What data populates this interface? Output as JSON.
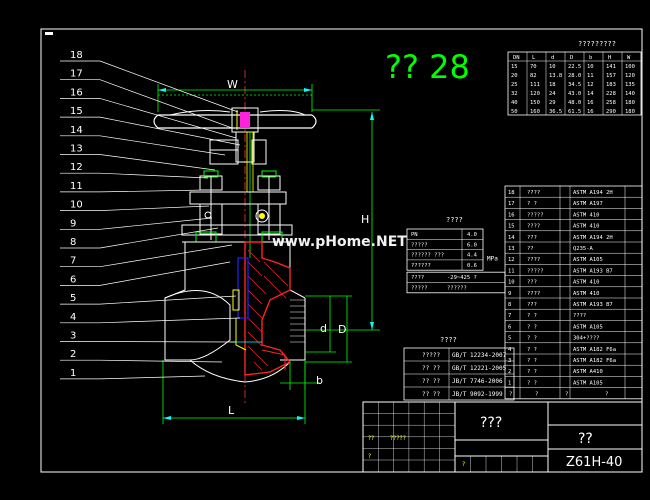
{
  "drawing_title": "?? 28",
  "watermark": "www.pHome.NET",
  "dim_labels": {
    "W": "W",
    "H": "H",
    "L": "L",
    "d": "d",
    "D": "D",
    "b": "b"
  },
  "part_numbers": [
    "18",
    "17",
    "16",
    "15",
    "14",
    "13",
    "12",
    "11",
    "10",
    "9",
    "8",
    "7",
    "6",
    "5",
    "4",
    "3",
    "2",
    "1"
  ],
  "dim_table": {
    "title": "?????????",
    "headers": [
      "DN",
      "L",
      "d",
      "D",
      "b",
      "H",
      "W"
    ],
    "rows": [
      [
        "15",
        "70",
        "10",
        "22.5",
        "10",
        "141",
        "100"
      ],
      [
        "20",
        "82",
        "13.8",
        "28.0",
        "11",
        "157",
        "120"
      ],
      [
        "25",
        "111",
        "18",
        "34.5",
        "12",
        "183",
        "135"
      ],
      [
        "32",
        "120",
        "24",
        "43.0",
        "14",
        "228",
        "140"
      ],
      [
        "40",
        "150",
        "29",
        "48.0",
        "16",
        "258",
        "180"
      ],
      [
        "50",
        "160",
        "36.5",
        "61.5",
        "16",
        "290",
        "180"
      ]
    ]
  },
  "perf_table": {
    "title": "????",
    "rows": [
      [
        "PN",
        "4.0",
        ""
      ],
      [
        "?????",
        "6.0",
        ""
      ],
      [
        "?????? ???",
        "4.4",
        "MPa"
      ],
      [
        "??????",
        "0.6",
        ""
      ],
      [
        "????",
        "-29~425 ?",
        ""
      ],
      [
        "?????",
        "??????",
        ""
      ]
    ]
  },
  "std_table": {
    "title": "????",
    "rows": [
      [
        "?????",
        "GB/T 12234-2007"
      ],
      [
        "?? ??",
        "GB/T 12221-2005"
      ],
      [
        "?? ??",
        "JB/T 7746-2006"
      ],
      [
        "?? ??",
        "JB/T 9092-1999"
      ]
    ]
  },
  "parts_table": {
    "rows": [
      [
        "18",
        "????",
        "ASTM A194 2H"
      ],
      [
        "17",
        "?  ?",
        "ASTM A197"
      ],
      [
        "16",
        "?????",
        "ASTM 410"
      ],
      [
        "15",
        "????",
        "ASTM 410"
      ],
      [
        "14",
        "???",
        "ASTM A194 2H"
      ],
      [
        "13",
        "??",
        "Q235-A"
      ],
      [
        "12",
        "????",
        "ASTM A105"
      ],
      [
        "11",
        "?????",
        "ASTM A193 B7"
      ],
      [
        "10",
        "???",
        "ASTM 410"
      ],
      [
        "9",
        "????",
        "ASTM 410"
      ],
      [
        "8",
        "???",
        "ASTM A193 B7"
      ],
      [
        "7",
        "?  ?",
        "????"
      ],
      [
        "6",
        "?  ?",
        "ASTM A105"
      ],
      [
        "5",
        "?  ?",
        "304+????"
      ],
      [
        "4",
        "?  ?",
        "ASTM A182 F6a"
      ],
      [
        "3",
        "?  ?",
        "ASTM A182 F6a"
      ],
      [
        "2",
        "?  ?",
        "ASTM A410"
      ],
      [
        "1",
        "?  ?",
        "ASTM A105"
      ]
    ],
    "footer": [
      "?",
      "?",
      "?",
      "?"
    ]
  },
  "title_block": {
    "name": "???",
    "company": "??",
    "model": "Z61H-40",
    "labels": [
      "??",
      "?????",
      "?",
      "?"
    ]
  }
}
